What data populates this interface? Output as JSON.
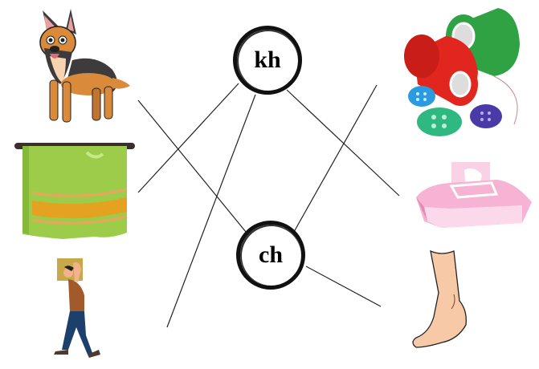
{
  "exercise": {
    "type": "matching",
    "hubs": [
      {
        "id": "kh",
        "label": "kh"
      },
      {
        "id": "ch",
        "label": "ch"
      }
    ],
    "left_items": [
      {
        "id": "dog",
        "icon": "dog-icon"
      },
      {
        "id": "towel",
        "icon": "towel-icon"
      },
      {
        "id": "man-carrying-box",
        "icon": "man-carrying-box-icon"
      }
    ],
    "right_items": [
      {
        "id": "thread-and-buttons",
        "icon": "thread-spools-buttons-icon"
      },
      {
        "id": "wet-wipes",
        "icon": "wet-wipes-icon"
      },
      {
        "id": "foot",
        "icon": "foot-icon"
      }
    ],
    "connections": [
      {
        "from": "dog",
        "to": "ch"
      },
      {
        "from": "towel",
        "to": "kh"
      },
      {
        "from": "man-carrying-box",
        "to": "kh"
      },
      {
        "from": "kh",
        "to": "wet-wipes"
      },
      {
        "from": "thread-and-buttons",
        "to": "ch"
      },
      {
        "from": "ch",
        "to": "foot"
      }
    ]
  },
  "colors": {
    "line": "#222222",
    "hub_ring": "#111111",
    "dog_tan": "#d98a3a",
    "dog_dark": "#3d3b3c",
    "towel_green": "#9ccc4a",
    "towel_stripe": "#f29a1a",
    "spool_red": "#e0261e",
    "spool_green": "#2fa344",
    "wipes_pink": "#f6b3d3",
    "skin": "#f7c9a6"
  }
}
